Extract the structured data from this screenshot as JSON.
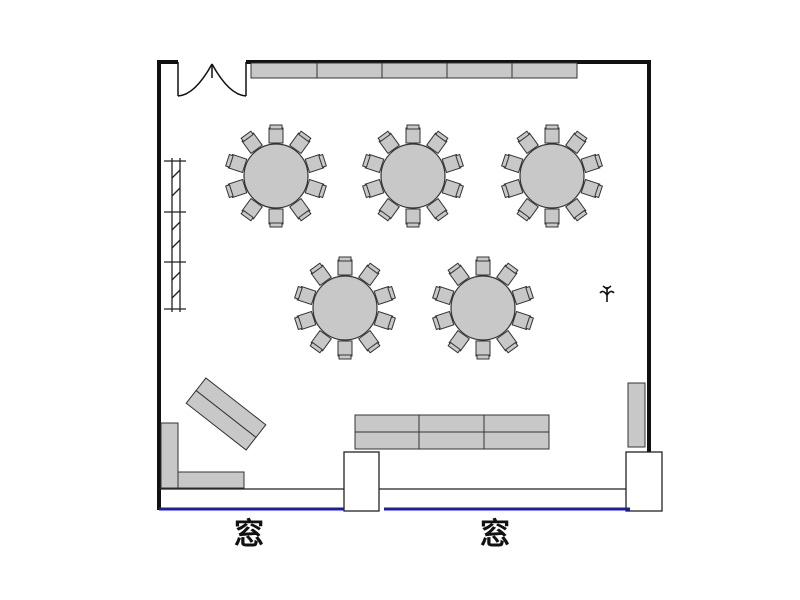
{
  "floor_plan": {
    "window_labels": [
      "窓",
      "窓"
    ],
    "round_tables": 5,
    "chairs_per_table": 10,
    "colors": {
      "wall": "#111111",
      "furniture_fill": "#c8c8c8",
      "furniture_stroke": "#333333",
      "window_line": "#1c1ca8",
      "background": "#ffffff"
    },
    "icons": [
      "door-icon",
      "round-table-icon",
      "chair-icon",
      "plant-icon",
      "partition-icon"
    ]
  }
}
